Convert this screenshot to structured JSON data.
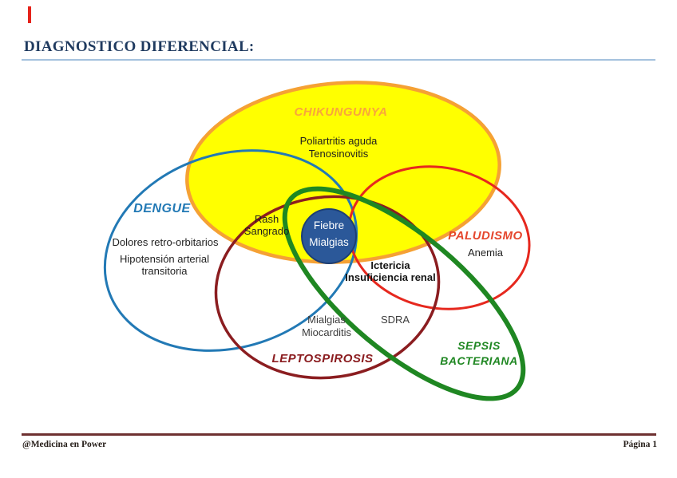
{
  "page": {
    "title": "DIAGNOSTICO DIFERENCIAL:",
    "title_color": "#1F3A5F",
    "title_rule_color": "#A5C2DE"
  },
  "venn": {
    "chikungunya": {
      "label": "CHIKUNGUNYA",
      "label_color": "#F9A53C",
      "border_color": "#F5A134",
      "fill_color": "#FFFF00",
      "features": [
        "Poliartritis aguda",
        "Tenosinovitis"
      ]
    },
    "dengue": {
      "label": "DENGUE",
      "color": "#2279B5",
      "features": [
        "Dolores retro-orbitarios",
        "Hipotensión arterial",
        "transitoria"
      ]
    },
    "paludismo": {
      "label": "PALUDISMO",
      "label_color": "#E5472E",
      "color": "#E6281E",
      "features": [
        "Anemia"
      ]
    },
    "leptospirosis": {
      "label": "LEPTOSPIROSIS",
      "color": "#8B1D20",
      "features": [
        "Mialgias",
        "Miocarditis"
      ]
    },
    "sepsis": {
      "label_line1": "SEPSIS",
      "label_line2": "BACTERIANA",
      "color": "#1F8722",
      "features": [
        "SDRA"
      ]
    },
    "center_node": {
      "line1": "Fiebre",
      "line2": "Mialgias",
      "fill_color": "#2B5899",
      "text_color": "#FFFFFF"
    },
    "shared": {
      "rash_line1": "Rash",
      "rash_line2": "Sangrado",
      "ict_line1": "Ictericia",
      "ict_line2": "Insuficiencia renal"
    }
  },
  "footer": {
    "left": "@Medicina en Power",
    "right": "Página 1",
    "rule_color": "#6E3131"
  }
}
